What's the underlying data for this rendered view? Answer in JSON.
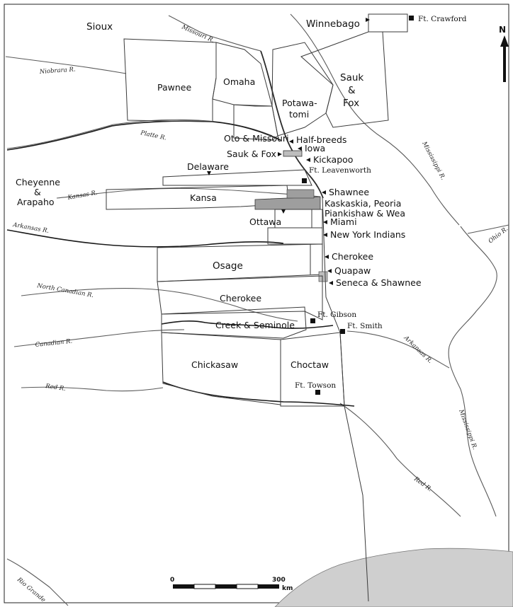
{
  "nations": {
    "sioux": "Sioux",
    "winnebago": "Winnebago",
    "pawnee": "Pawnee",
    "omaha": "Omaha",
    "potawatomi_1": "Potawa-",
    "potawatomi_2": "tomi",
    "sauk_fox_north_1": "Sauk",
    "sauk_fox_north_2": "&",
    "sauk_fox_north_3": "Fox",
    "oto_missouri": "Oto & Missouri",
    "half_breeds": "Half-breeds",
    "iowa": "Iowa",
    "sauk_fox_south": "Sauk & Fox",
    "kickapoo": "Kickapoo",
    "delaware": "Delaware",
    "cheyenne_1": "Cheyenne",
    "cheyenne_2": "&",
    "cheyenne_3": "Arapaho",
    "kansa": "Kansa",
    "shawnee": "Shawnee",
    "kaskaskia": "Kaskaskia, Peoria",
    "piankishaw": "Piankishaw & Wea",
    "miami": "Miami",
    "ottawa": "Ottawa",
    "new_york": "New York Indians",
    "osage": "Osage",
    "cherokee_east": "Cherokee",
    "quapaw": "Quapaw",
    "seneca": "Seneca & Shawnee",
    "cherokee": "Cherokee",
    "creek": "Creek & Seminole",
    "chickasaw": "Chickasaw",
    "choctaw": "Choctaw"
  },
  "forts": {
    "crawford": "Ft. Crawford",
    "leavenworth": "Ft. Leavenworth",
    "gibson": "Ft. Gibson",
    "smith": "Ft. Smith",
    "towson": "Ft. Towson"
  },
  "rivers": {
    "missouri": "Missouri R.",
    "niobrara": "Niobrara R.",
    "platte": "Platte R.",
    "mississippi_north": "Mississippi R.",
    "kansas": "Kansas R.",
    "arkansas_west": "Arkansas R.",
    "ohio": "Ohio R.",
    "north_canadian": "North Canadian R.",
    "canadian": "Canadian R.",
    "arkansas_east": "Arkansas R.",
    "red_west": "Red R.",
    "mississippi_south": "Mississippi R.",
    "red_east": "Red R.",
    "rio_grande": "Rio Grande"
  },
  "scale": {
    "start": "0",
    "end": "300",
    "unit": "km"
  },
  "north": "N"
}
